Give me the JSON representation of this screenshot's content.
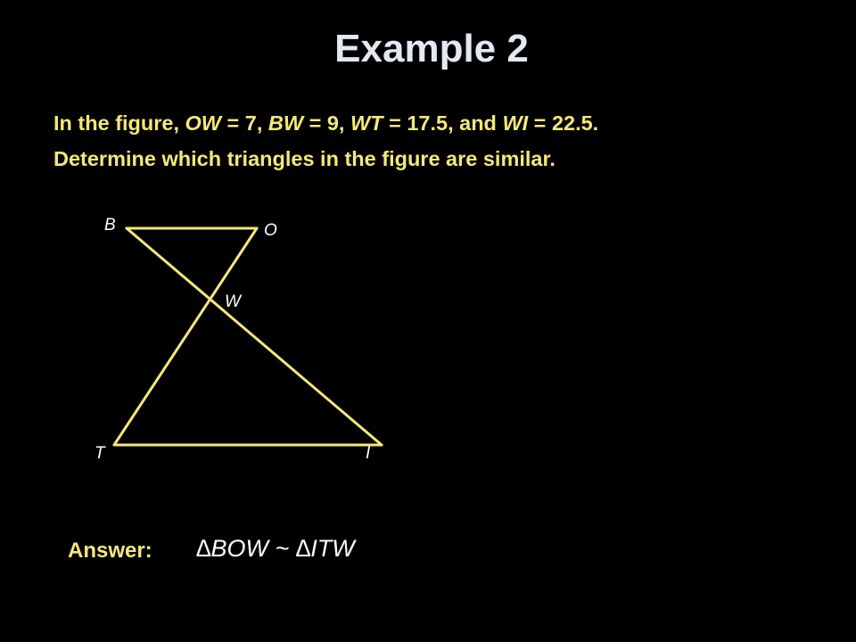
{
  "slide": {
    "title": "Example 2",
    "problem": {
      "intro": "In the figure, ",
      "seg1_name": "OW",
      "seg1_rest": " = 7, ",
      "seg2_name": "BW",
      "seg2_rest": " = 9, ",
      "seg3_name": "WT",
      "seg3_rest": " = 17.5, and ",
      "seg4_name": "WI",
      "seg4_rest": " = 22.5.",
      "line2": "Determine which triangles in the figure are similar."
    },
    "figure": {
      "vertices": {
        "B": "B",
        "O": "O",
        "W": "W",
        "T": "T",
        "I": "I"
      },
      "line_color": "#f5e879"
    },
    "answer": {
      "label": "Answer:",
      "value": "∆BOW ~ ∆ITW"
    },
    "colors": {
      "background": "#000000",
      "title": "#e3e8f2",
      "body_text": "#f5e879",
      "figure_labels": "#ffffff"
    }
  }
}
